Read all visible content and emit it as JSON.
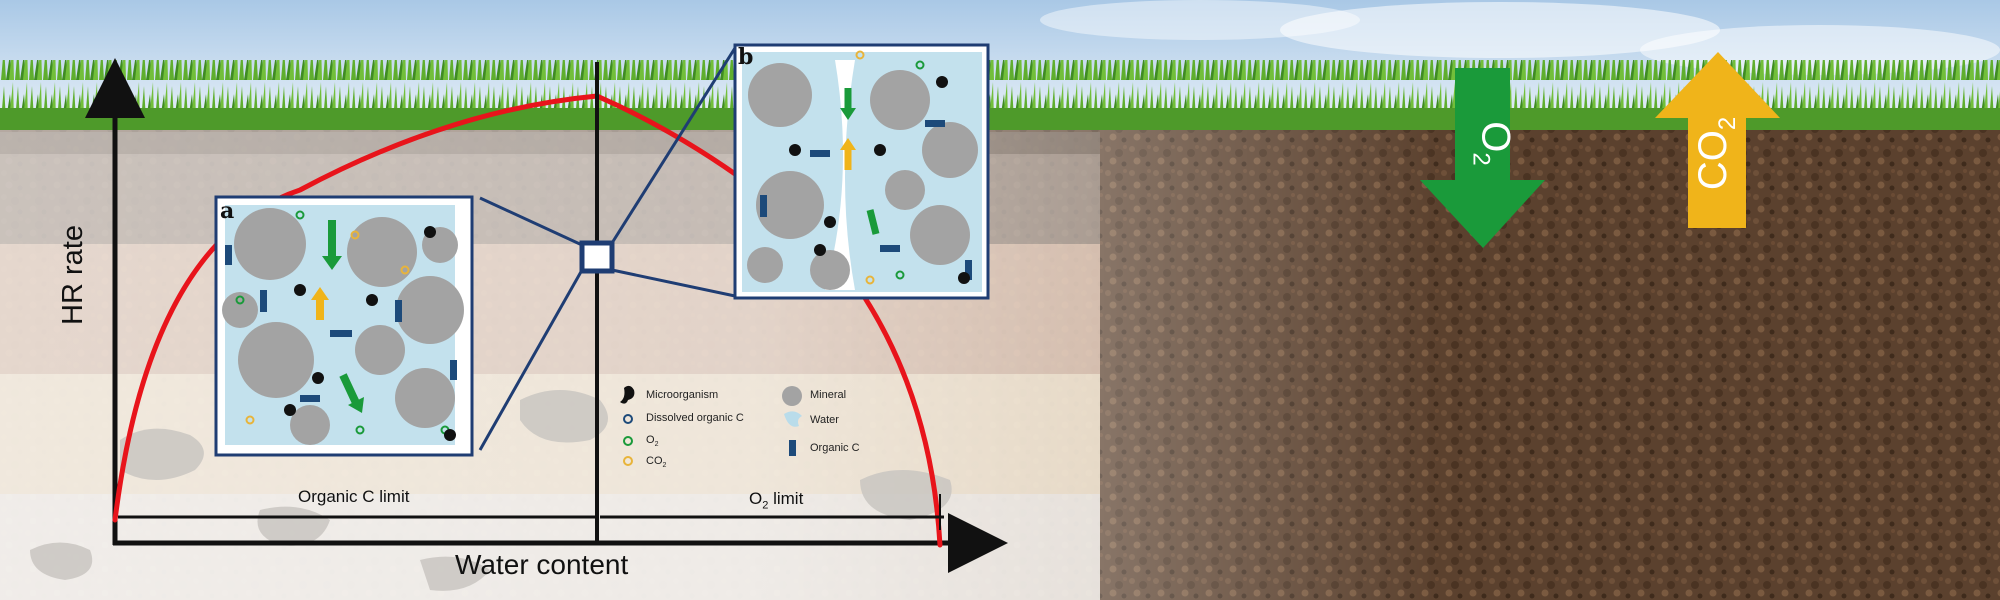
{
  "diagram": {
    "y_axis_label": "HR rate",
    "x_axis_label": "Water content",
    "organic_c_limit": "Organic C limit",
    "o2_limit": {
      "base": "O",
      "sub": "2",
      "rest": " limit"
    },
    "panel_a_letter": "a",
    "panel_b_letter": "b"
  },
  "legend": {
    "items": [
      {
        "label": "Microorganism",
        "icon": "microorganism-icon"
      },
      {
        "label": "Dissolved organic C",
        "icon": "dissolved-organic-c-icon"
      },
      {
        "label": "O",
        "sub": "2",
        "icon": "o2-icon"
      },
      {
        "label": "CO",
        "sub": "2",
        "icon": "co2-icon"
      },
      {
        "label": "Mineral",
        "icon": "mineral-icon"
      },
      {
        "label": "Water",
        "icon": "water-icon"
      },
      {
        "label": "Organic C",
        "icon": "organic-c-icon"
      }
    ]
  },
  "gas_arrows": {
    "o2": {
      "base": "O",
      "sub": "2",
      "direction": "down"
    },
    "co2": {
      "base": "CO",
      "sub": "2",
      "direction": "up"
    }
  },
  "colors": {
    "curve": "#e8141b",
    "connector": "#1f3d73",
    "o2_arrow": "#1a9a3a",
    "co2_arrow": "#f0b41a",
    "water": "#b9dcea",
    "mineral": "#a3a3a3",
    "organic_c": "#1d4a7a",
    "soil": "#5a3e2c",
    "grass": "#4e9a2a",
    "sky": "#b7d2ea"
  }
}
